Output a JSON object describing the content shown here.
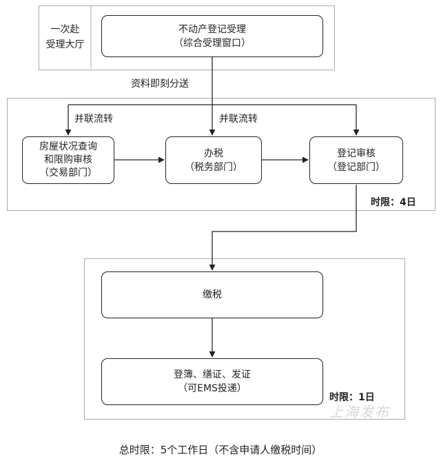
{
  "hall": {
    "line1": "一次赴",
    "line2": "受理大厅"
  },
  "step_accept": {
    "line1": "不动产登记受理",
    "line2": "（综合受理窗口）"
  },
  "flow_label_distribute": "资料即刻分送",
  "flow_label_parallel_left": "并联流转",
  "flow_label_parallel_mid": "并联流转",
  "step_house": {
    "line1": "房屋状况查询",
    "line2": "和限购审核",
    "line3": "（交易部门）"
  },
  "step_tax": {
    "line1": "办税",
    "line2": "（税务部门）"
  },
  "step_review": {
    "line1": "登记审核",
    "line2": "（登记部门）"
  },
  "limit_group2": "时限：4日",
  "step_pay": {
    "line1": "缴税"
  },
  "step_register": {
    "line1": "登簿、缮证、发证",
    "line2": "（可EMS投递）"
  },
  "limit_group3": "时限：1日",
  "watermark": "上海发布",
  "total_limit": "总时限：5个工作日（不含申请人缴税时间）"
}
